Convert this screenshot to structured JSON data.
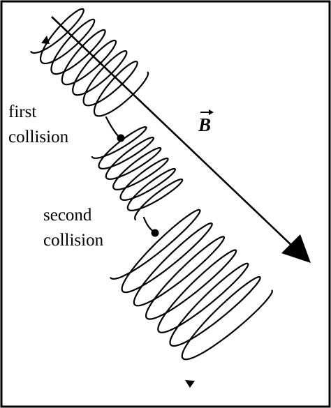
{
  "labels": {
    "first_collision_line1": "first",
    "first_collision_line2": "collision",
    "second_collision_line1": "second",
    "second_collision_line2": "collision",
    "field": "B"
  },
  "colors": {
    "ink": "#000000",
    "background": "#ffffff"
  }
}
